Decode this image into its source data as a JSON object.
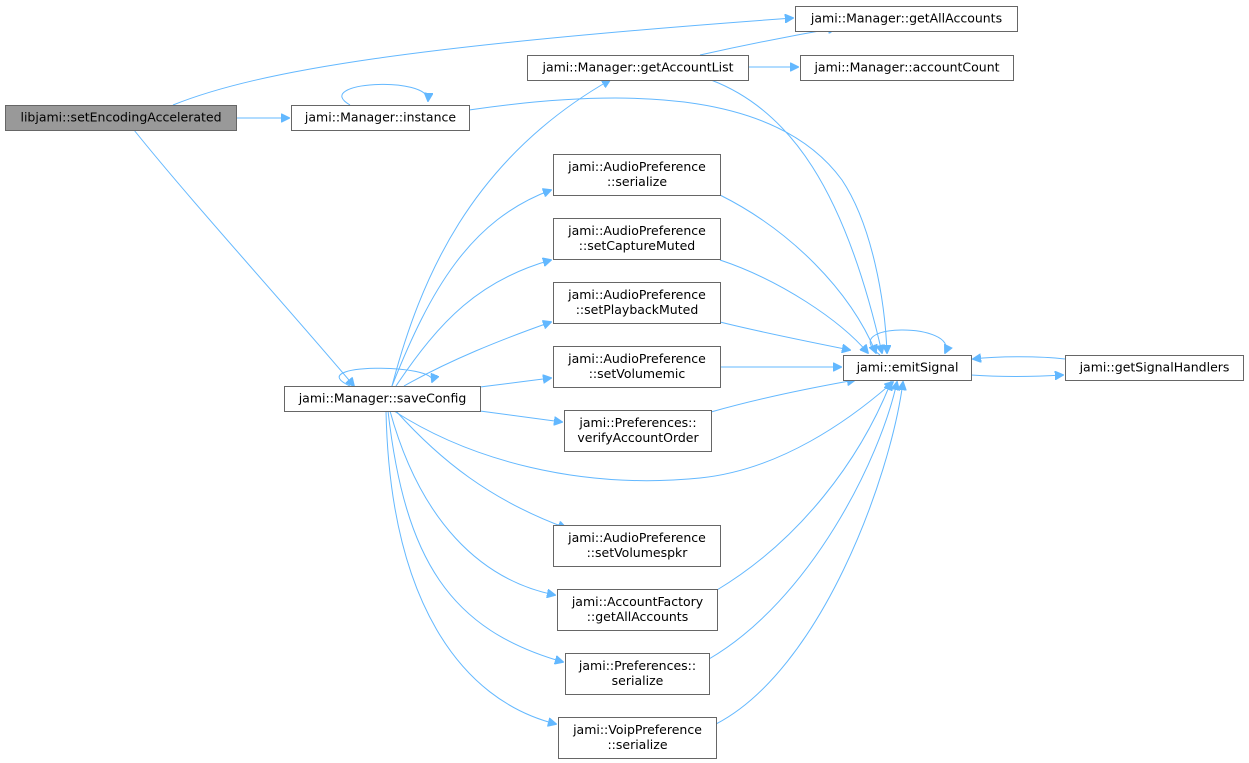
{
  "nodes": {
    "root": [
      "libjami::setEncodingAccelerated"
    ],
    "instance": [
      "jami::Manager::instance"
    ],
    "getAllAccounts": [
      "jami::Manager::getAllAccounts"
    ],
    "getAccountList": [
      "jami::Manager::getAccountList"
    ],
    "accountCount": [
      "jami::Manager::accountCount"
    ],
    "saveConfig": [
      "jami::Manager::saveConfig"
    ],
    "apSerialize": [
      "jami::AudioPreference",
      "::serialize"
    ],
    "apSetCaptureMuted": [
      "jami::AudioPreference",
      "::setCaptureMuted"
    ],
    "apSetPlaybackMuted": [
      "jami::AudioPreference",
      "::setPlaybackMuted"
    ],
    "apSetVolumemic": [
      "jami::AudioPreference",
      "::setVolumemic"
    ],
    "prefVerifyAccountOrder": [
      "jami::Preferences::",
      "verifyAccountOrder"
    ],
    "apSetVolumespkr": [
      "jami::AudioPreference",
      "::setVolumespkr"
    ],
    "afGetAllAccounts": [
      "jami::AccountFactory",
      "::getAllAccounts"
    ],
    "prefSerialize": [
      "jami::Preferences::",
      "serialize"
    ],
    "voipSerialize": [
      "jami::VoipPreference",
      "::serialize"
    ],
    "emitSignal": [
      "jami::emitSignal"
    ],
    "getSignalHandlers": [
      "jami::getSignalHandlers"
    ]
  },
  "edges": [
    [
      "root",
      "getAllAccounts"
    ],
    [
      "root",
      "instance"
    ],
    [
      "root",
      "saveConfig"
    ],
    [
      "instance",
      "instance"
    ],
    [
      "instance",
      "emitSignal"
    ],
    [
      "getAccountList",
      "getAllAccounts"
    ],
    [
      "getAccountList",
      "accountCount"
    ],
    [
      "getAccountList",
      "emitSignal"
    ],
    [
      "saveConfig",
      "saveConfig"
    ],
    [
      "saveConfig",
      "getAccountList"
    ],
    [
      "saveConfig",
      "apSerialize"
    ],
    [
      "saveConfig",
      "apSetCaptureMuted"
    ],
    [
      "saveConfig",
      "apSetPlaybackMuted"
    ],
    [
      "saveConfig",
      "apSetVolumemic"
    ],
    [
      "saveConfig",
      "prefVerifyAccountOrder"
    ],
    [
      "saveConfig",
      "emitSignal"
    ],
    [
      "saveConfig",
      "apSetVolumespkr"
    ],
    [
      "saveConfig",
      "afGetAllAccounts"
    ],
    [
      "saveConfig",
      "prefSerialize"
    ],
    [
      "saveConfig",
      "voipSerialize"
    ],
    [
      "apSerialize",
      "emitSignal"
    ],
    [
      "apSetCaptureMuted",
      "emitSignal"
    ],
    [
      "apSetPlaybackMuted",
      "emitSignal"
    ],
    [
      "apSetVolumemic",
      "emitSignal"
    ],
    [
      "prefVerifyAccountOrder",
      "emitSignal"
    ],
    [
      "afGetAllAccounts",
      "emitSignal"
    ],
    [
      "prefSerialize",
      "emitSignal"
    ],
    [
      "voipSerialize",
      "emitSignal"
    ],
    [
      "emitSignal",
      "emitSignal"
    ],
    [
      "emitSignal",
      "getSignalHandlers"
    ],
    [
      "getSignalHandlers",
      "emitSignal"
    ]
  ],
  "colors": {
    "edge": "#63b8ff",
    "node_border": "#666666",
    "root_fill": "#999999",
    "node_fill": "#ffffff"
  }
}
